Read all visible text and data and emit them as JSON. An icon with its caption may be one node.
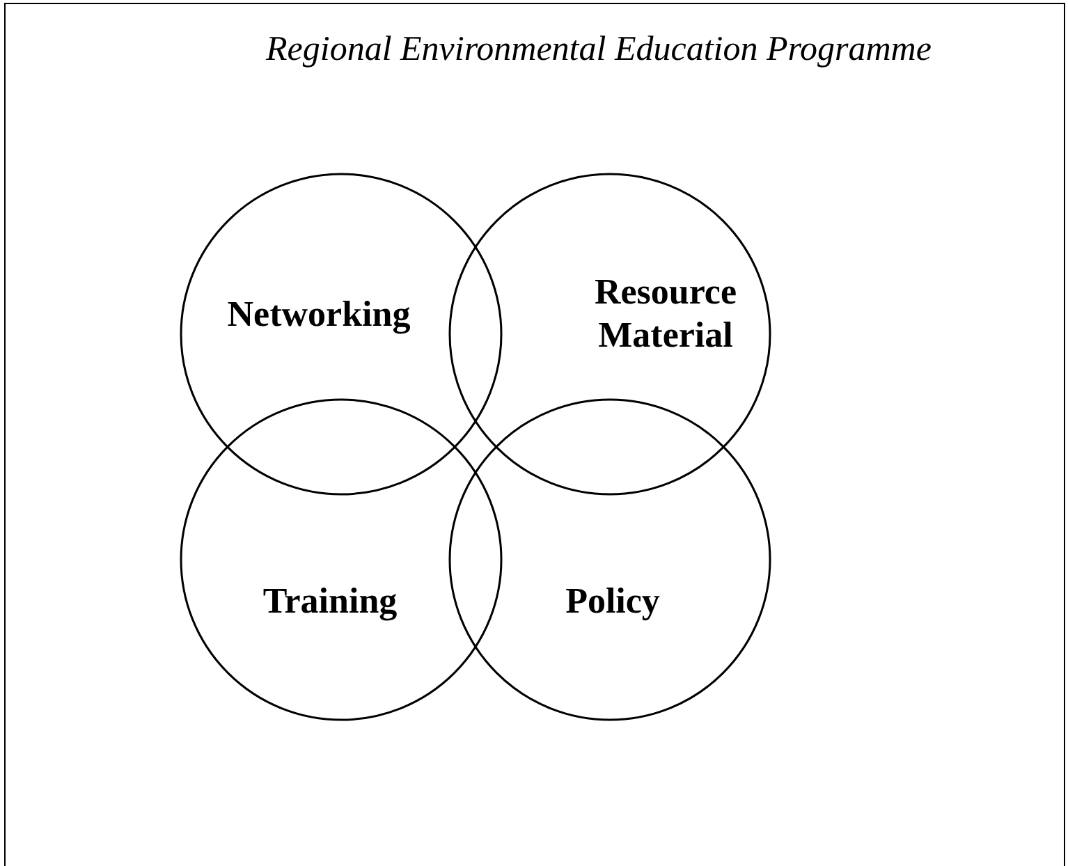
{
  "diagram": {
    "title": "Regional Environmental Education Programme",
    "nodes": [
      {
        "text": [
          "Networking"
        ]
      },
      {
        "text": [
          "Resource Material"
        ]
      },
      {
        "text": [
          "Training"
        ]
      },
      {
        "text": [
          "Policy"
        ]
      }
    ]
  }
}
